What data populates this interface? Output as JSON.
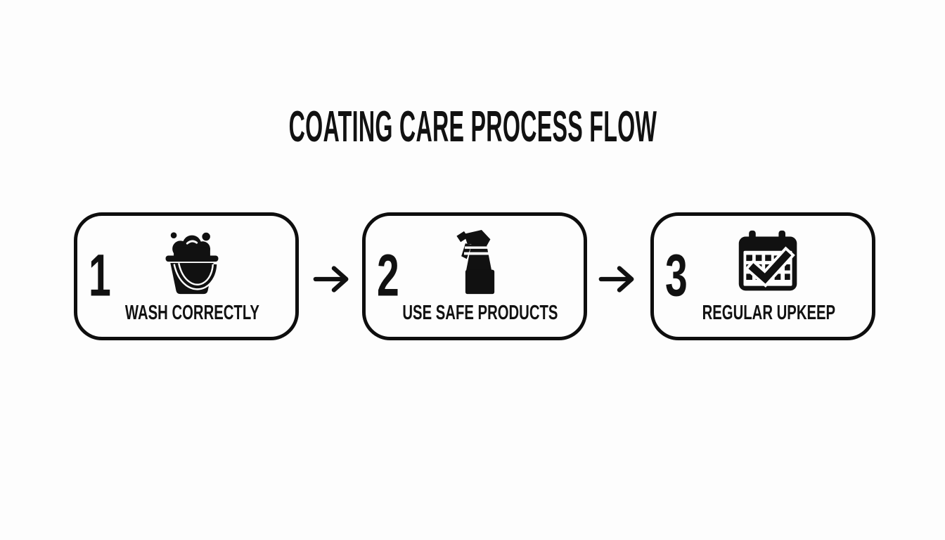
{
  "title": "COATING CARE PROCESS FLOW",
  "flow": {
    "steps": [
      {
        "number": "1",
        "label": "WASH CORRECTLY",
        "icon": "bucket-suds-icon"
      },
      {
        "number": "2",
        "label": "USE SAFE PRODUCTS",
        "icon": "spray-bottle-icon"
      },
      {
        "number": "3",
        "label": "REGULAR UPKEEP",
        "icon": "calendar-check-icon"
      }
    ],
    "connector_icon": "arrow-right-icon",
    "step_count": 3
  },
  "colors": {
    "foreground": "#111111",
    "box_border": "#0e0e0e",
    "background": "#fdfdfd"
  }
}
